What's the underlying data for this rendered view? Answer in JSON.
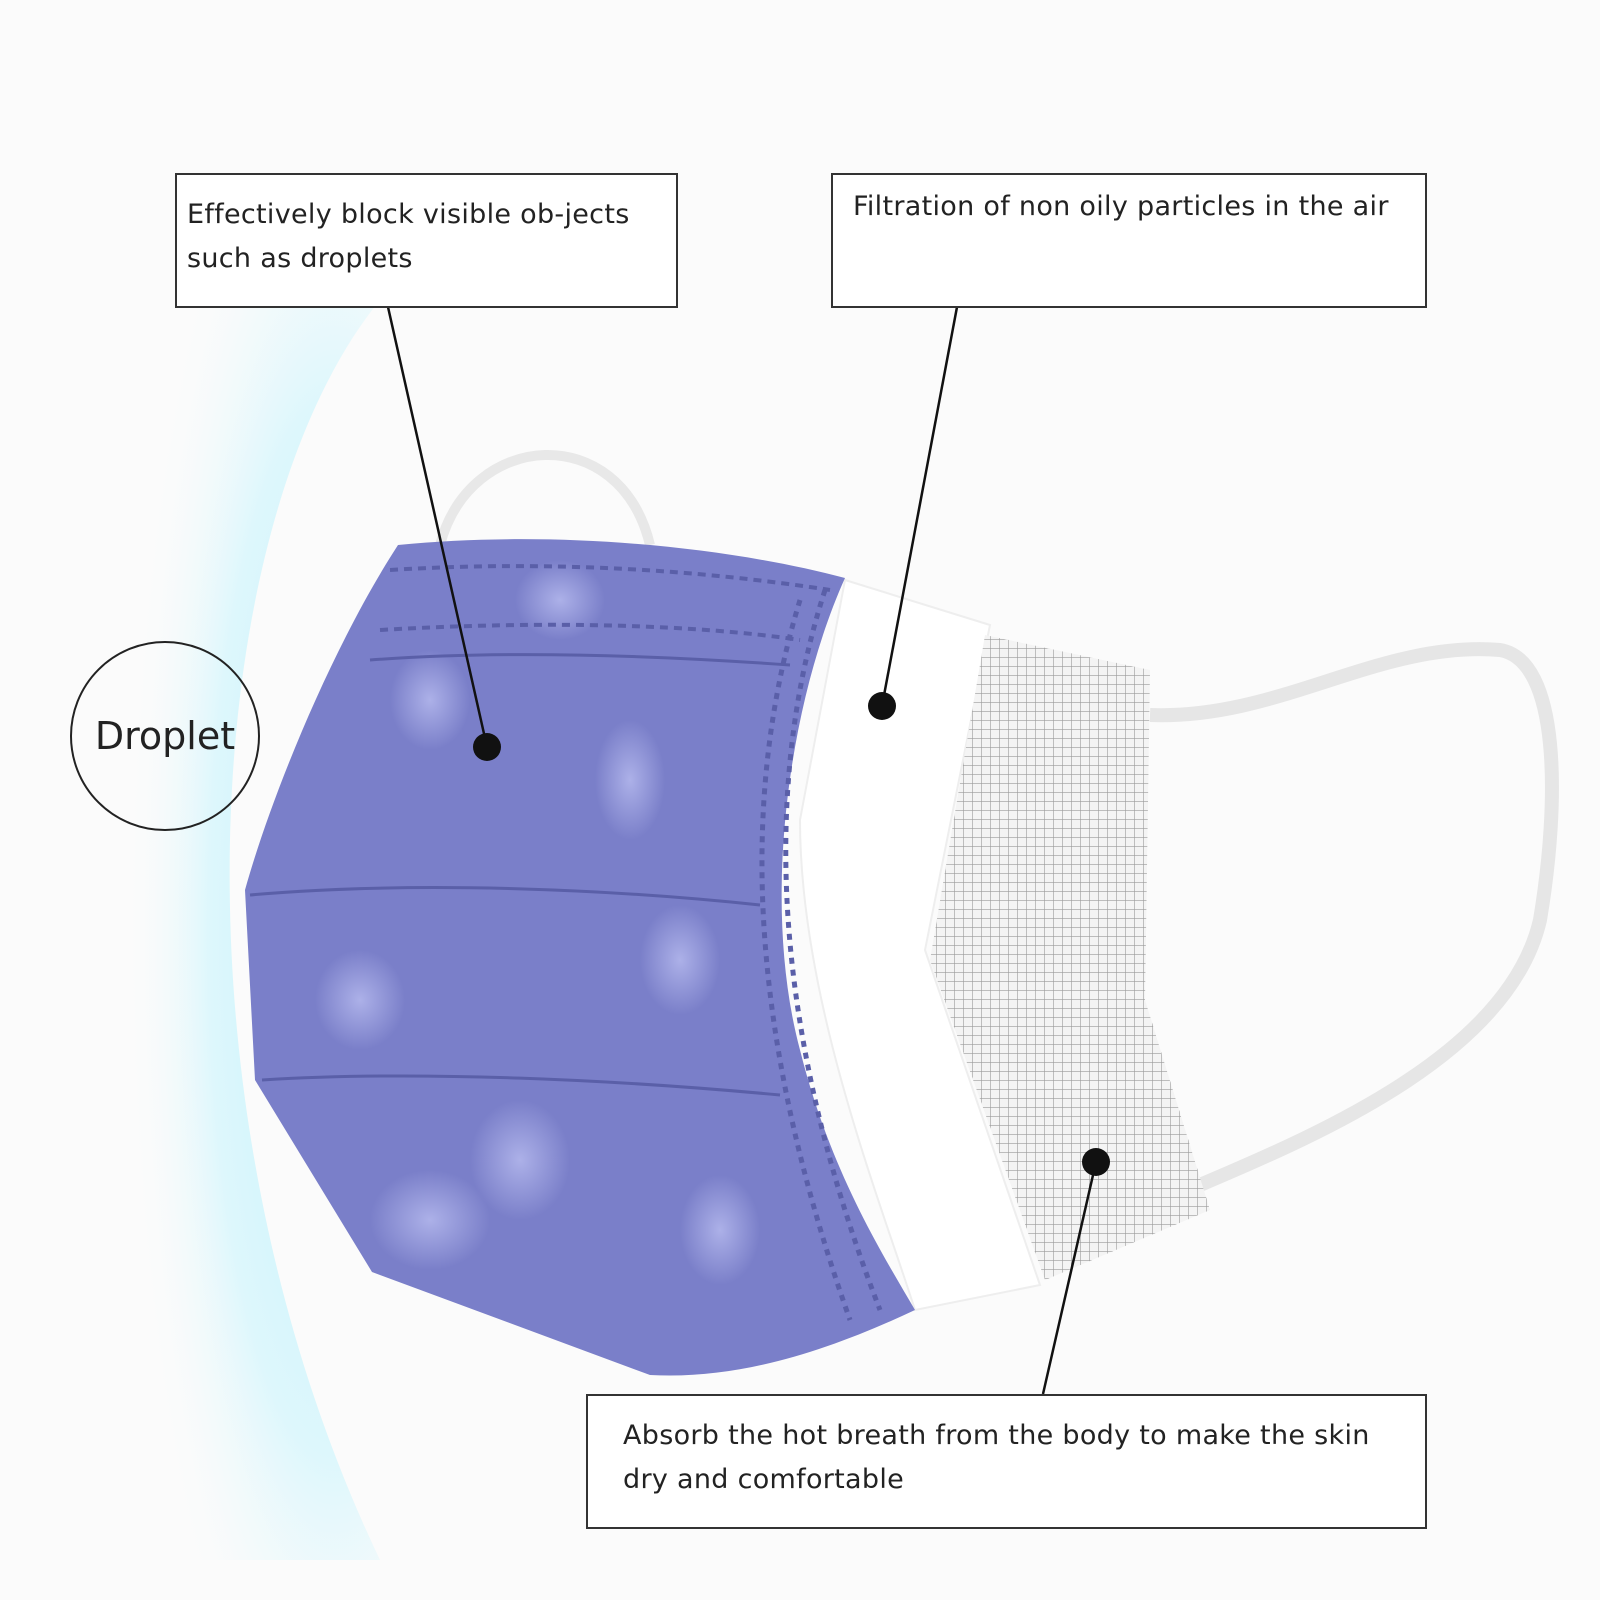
{
  "callouts": {
    "droplet_block": "Effectively block visible ob-jects such as droplets",
    "filtration": "Filtration of non oily particles in the air",
    "absorb": "Absorb the hot breath from the body to make the skin dry and comfortable"
  },
  "droplet_label": "Droplet",
  "colors": {
    "mask": "#7a7fc9",
    "mist": "#bff1fb",
    "mesh": "#c8c8c8"
  }
}
